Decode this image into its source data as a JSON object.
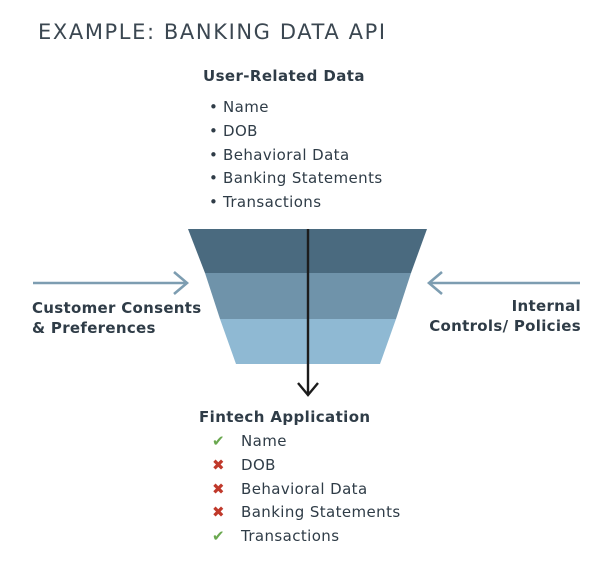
{
  "title": "EXAMPLE: BANKING DATA API",
  "user_data": {
    "heading": "User-Related Data",
    "items": [
      {
        "label": "Name"
      },
      {
        "label": "DOB"
      },
      {
        "label": "Behavioral Data"
      },
      {
        "label": "Banking Statements"
      },
      {
        "label": "Transactions"
      }
    ]
  },
  "funnel": {
    "band_colors": [
      "#4a6a7f",
      "#6f93aa",
      "#8fb9d3"
    ],
    "arrow_color": "#1c1c1c",
    "side_arrow_color": "#7d9db1"
  },
  "left_input": {
    "line1": "Customer Consents",
    "line2": "& Preferences"
  },
  "right_input": {
    "line1": "Internal",
    "line2": "Controls/ Policies"
  },
  "fintech": {
    "heading": "Fintech Application",
    "items": [
      {
        "label": "Name",
        "allowed": true
      },
      {
        "label": "DOB",
        "allowed": false
      },
      {
        "label": "Behavioral Data",
        "allowed": false
      },
      {
        "label": "Banking Statements",
        "allowed": false
      },
      {
        "label": "Transactions",
        "allowed": true
      }
    ],
    "allowed_icon": "check-icon",
    "denied_icon": "cross-icon"
  }
}
